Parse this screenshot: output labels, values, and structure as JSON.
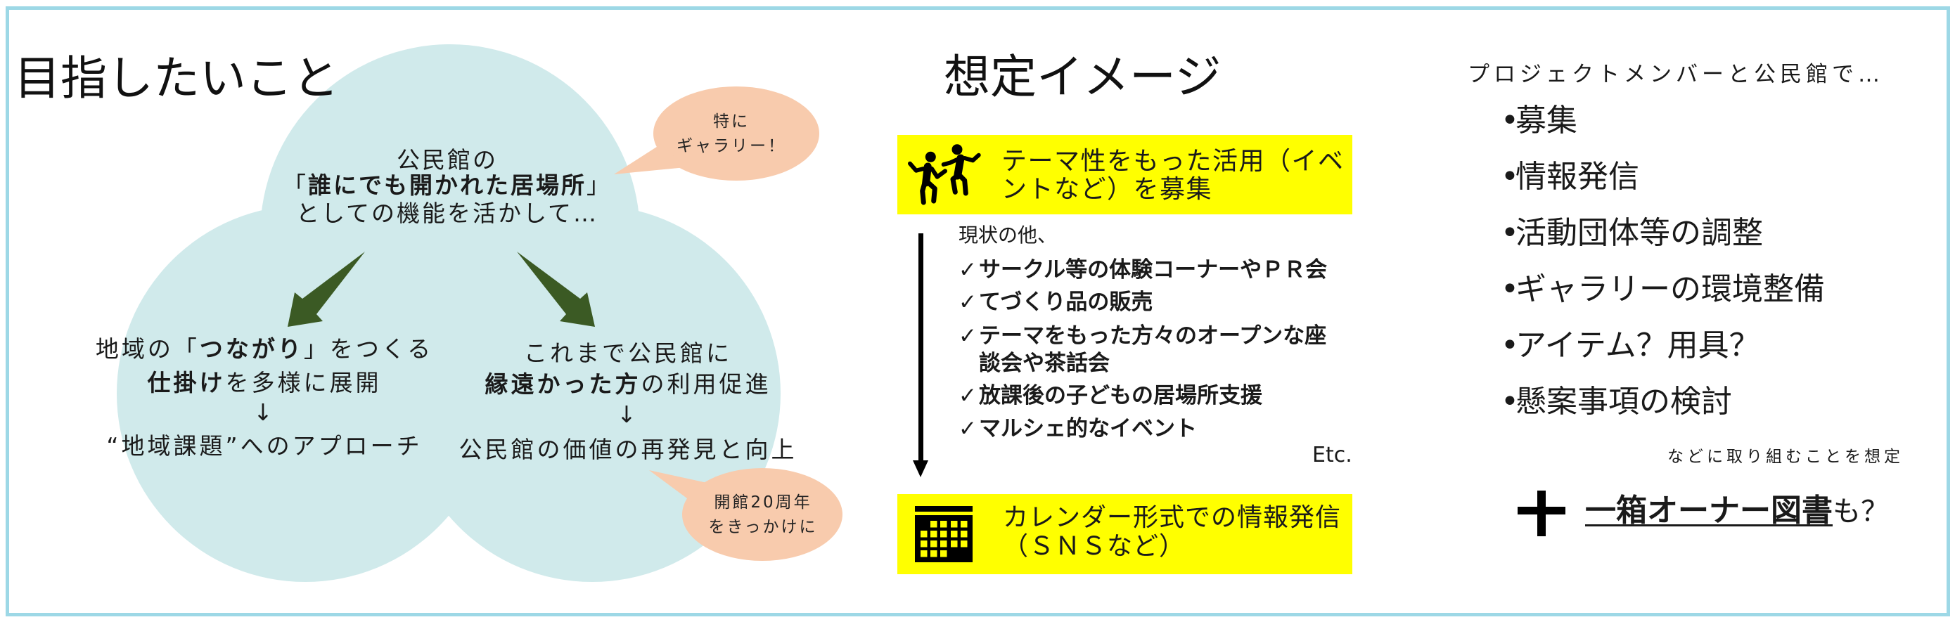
{
  "colors": {
    "frame_border": "#9dd8e6",
    "cloud_fill": "#d0eaeb",
    "bubble_fill": "#f8cbad",
    "highlight_box": "#ffff00",
    "branch_arrow": "#3b5a24",
    "text": "#1a1a1a"
  },
  "goals": {
    "title": "目指したいこと",
    "core": {
      "line1": "公民館の",
      "line2_open": "「",
      "line2_bold": "誰にでも開かれた居場所",
      "line2_close": "」",
      "line3": "としての機能を活かして…"
    },
    "left_branch": {
      "line1_pre": "地域の「",
      "line1_bold": "つながり",
      "line1_post": "」をつくる",
      "line2_bold": "仕掛け",
      "line2_post": "を多様に展開",
      "arrow": "↓",
      "outcome": "“地域課題”へのアプローチ"
    },
    "right_branch": {
      "line1": "これまで公民館に",
      "line2_bold": "縁遠かった方",
      "line2_post": "の利用促進",
      "arrow": "↓",
      "outcome": "公民館の価値の再発見と向上"
    },
    "bubble_gallery": [
      "特に",
      "ギャラリー！"
    ],
    "bubble_anniversary": [
      "開館20周年",
      "をきっかけに"
    ]
  },
  "vision": {
    "title": "想定イメージ",
    "theme_box": {
      "icon": "people-dancing-icon",
      "lines": [
        "テーマ性をもった活用（イベ",
        "ントなど）を募集"
      ]
    },
    "intro": "現状の他、",
    "check_marker": "✓",
    "examples": [
      [
        "サークル等の体験コーナーやＰＲ会"
      ],
      [
        "てづくり品の販売"
      ],
      [
        "テーマをもった方々のオープンな座",
        "談会や茶話会"
      ],
      [
        "放課後の子どもの居場所支援"
      ],
      [
        "マルシェ的なイベント"
      ]
    ],
    "etc": "Etc.",
    "calendar_box": {
      "icon": "calendar-icon",
      "lines": [
        "カレンダー形式での情報発信",
        "（ＳＮＳなど）"
      ]
    }
  },
  "tasks": {
    "intro": "プロジェクトメンバーと公民館で…",
    "bullet": "•",
    "items": [
      "募集",
      "情報発信",
      "活動団体等の調整",
      "ギャラリーの環境整備",
      "アイテム？用具？",
      "懸案事項の検討"
    ],
    "note": "などに取り組むことを想定",
    "plus_icon": "plus-icon",
    "extra_bold": "一箱オーナー図書",
    "extra_suffix": "も？"
  }
}
